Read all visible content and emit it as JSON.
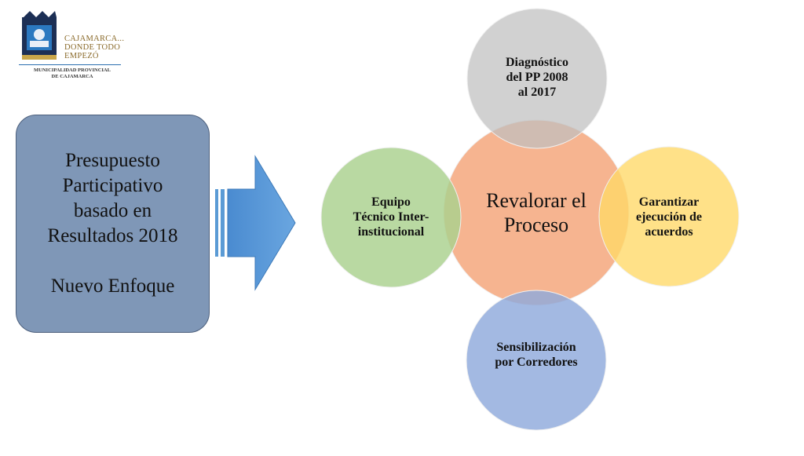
{
  "logo": {
    "title": "CAJAMARCA...\nDONDE TODO\nEMPEZÓ",
    "subtitle": "MUNICIPALIDAD PROVINCIAL\nDE CAJAMARCA"
  },
  "left_box": {
    "title": "Presupuesto\nParticipativo\nbasado en\nResultados 2018",
    "subtitle": "Nuevo Enfoque"
  },
  "diagram": {
    "center": "Revalorar el\nProceso",
    "top": "Diagnóstico\ndel PP 2008\nal 2017",
    "right": "Garantizar\nejecución de\nacuerdos",
    "bottom": "Sensibilización\npor Corredores",
    "left": "Equipo\nTécnico Inter-\ninstitucional"
  },
  "colors": {
    "box_fill": "#7f97b7",
    "arrow": "#5b9bd5",
    "center": "#f4a77c",
    "top": "#bfbfbf",
    "right": "#ffd966",
    "bottom": "#8faadc",
    "left": "#a9d18e"
  }
}
